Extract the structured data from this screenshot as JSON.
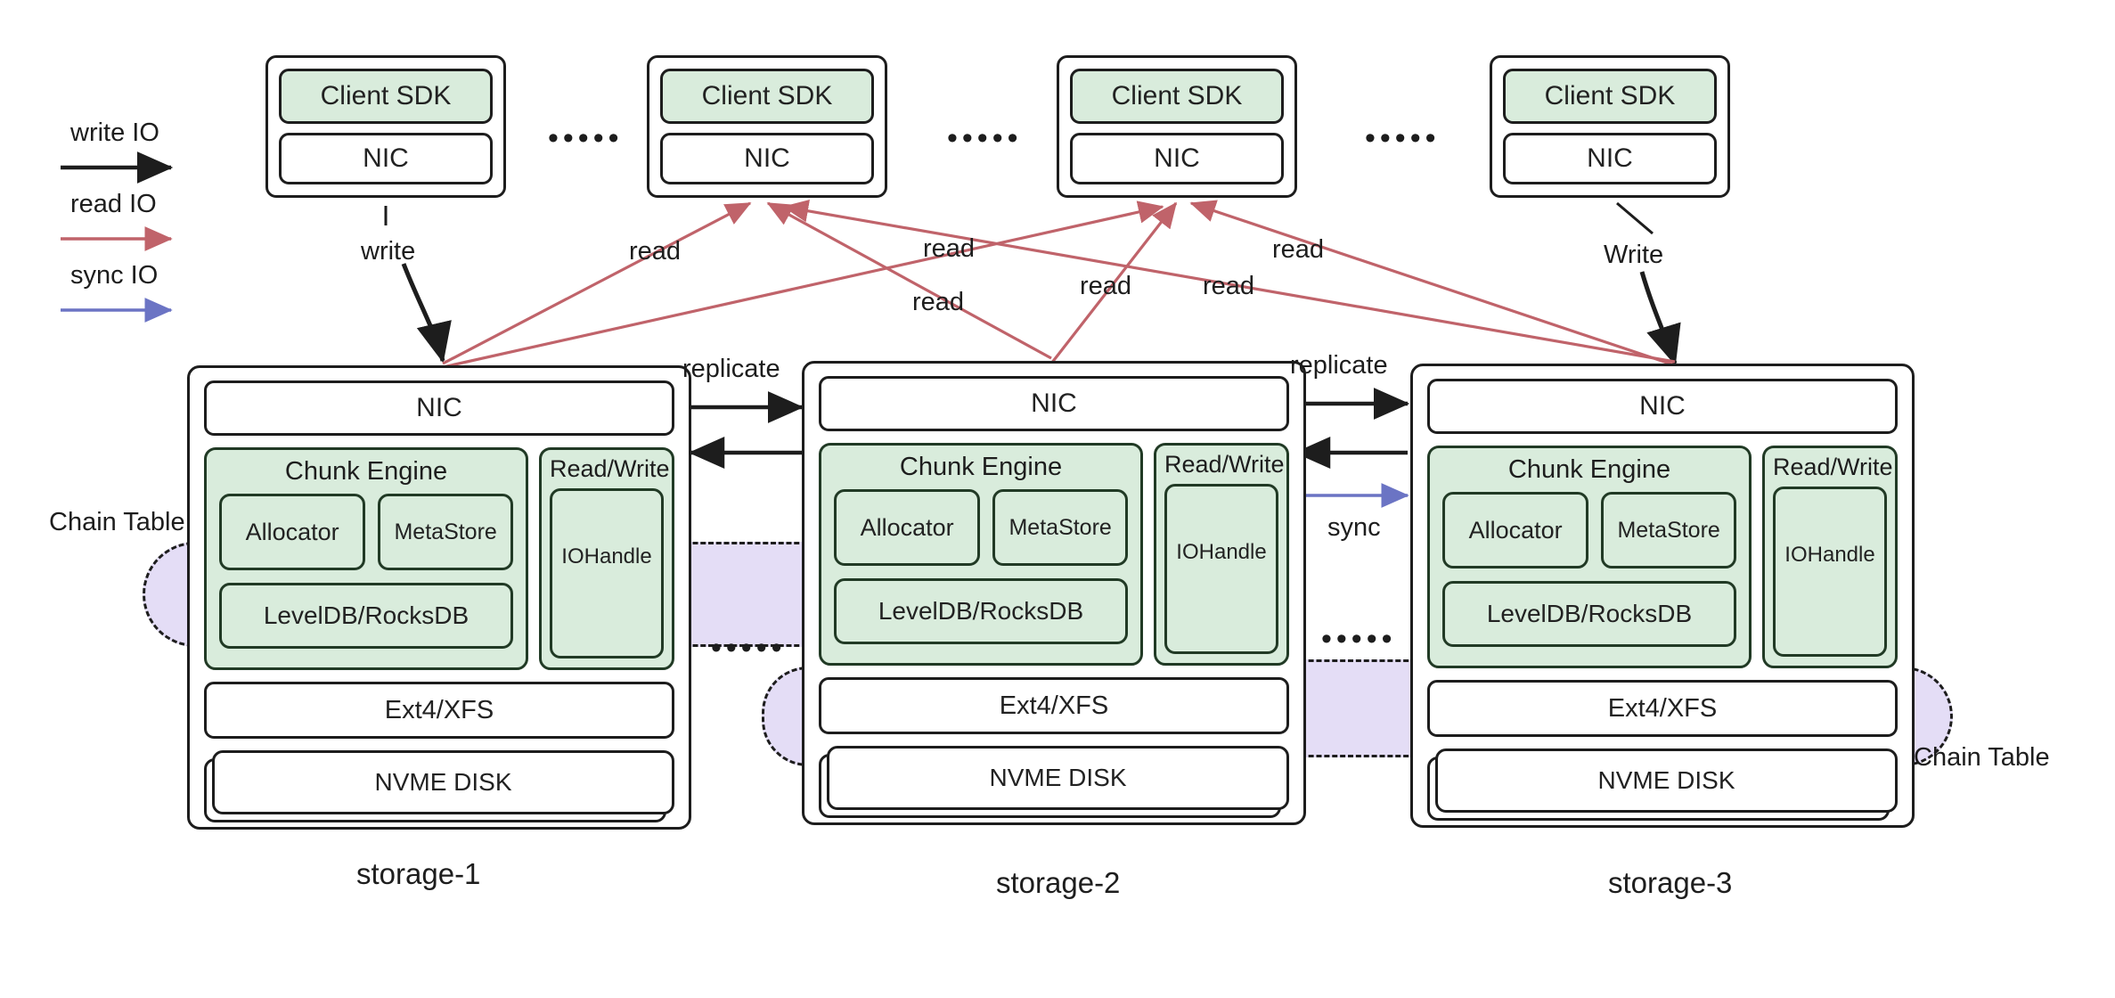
{
  "legend": {
    "items": [
      {
        "label": "write IO",
        "color": "#1d1d1d",
        "name": "write-io"
      },
      {
        "label": "read IO",
        "color": "#c0636a",
        "name": "read-io"
      },
      {
        "label": "sync IO",
        "color": "#6b74c4",
        "name": "sync-io"
      }
    ]
  },
  "clients": [
    {
      "sdk": "Client SDK",
      "nic": "NIC"
    },
    {
      "sdk": "Client SDK",
      "nic": "NIC"
    },
    {
      "sdk": "Client SDK",
      "nic": "NIC"
    },
    {
      "sdk": "Client SDK",
      "nic": "NIC"
    }
  ],
  "client_separator": "•••••",
  "storages": [
    {
      "name": "storage-1",
      "nic": "NIC",
      "chunk_engine": {
        "title": "Chunk Engine",
        "allocator": "Allocator",
        "metastore": "MetaStore",
        "db": "LevelDB/RocksDB"
      },
      "read_write": {
        "title": "Read/Write",
        "iohandle": "IOHandle"
      },
      "filesystem": "Ext4/XFS",
      "disk": "NVME DISK"
    },
    {
      "name": "storage-2",
      "nic": "NIC",
      "chunk_engine": {
        "title": "Chunk Engine",
        "allocator": "Allocator",
        "metastore": "MetaStore",
        "db": "LevelDB/RocksDB"
      },
      "read_write": {
        "title": "Read/Write",
        "iohandle": "IOHandle"
      },
      "filesystem": "Ext4/XFS",
      "disk": "NVME DISK"
    },
    {
      "name": "storage-3",
      "nic": "NIC",
      "chunk_engine": {
        "title": "Chunk Engine",
        "allocator": "Allocator",
        "metastore": "MetaStore",
        "db": "LevelDB/RocksDB"
      },
      "read_write": {
        "title": "Read/Write",
        "iohandle": "IOHandle"
      },
      "filesystem": "Ext4/XFS",
      "disk": "NVME DISK"
    }
  ],
  "edge_labels": {
    "write_left": "write",
    "write_right": "Write",
    "read_1": "read",
    "read_2": "read",
    "read_3": "read",
    "read_4": "read",
    "read_5": "read",
    "read_6": "read",
    "replicate_1": "replicate",
    "replicate_2": "replicate",
    "sync": "sync"
  },
  "chain_table": {
    "label_left": "Chain Table",
    "label_right": "Chain Table",
    "separator_mid": "•••••",
    "separator_right": "•••••",
    "fill_color": "#e4ddf6"
  },
  "colors": {
    "green_fill": "#d9ecdc",
    "green_stroke": "#213a25",
    "stroke": "#1d1d1d",
    "read_arrow": "#c0636a",
    "sync_arrow": "#6b74c4",
    "purple_fill": "#e4ddf6"
  }
}
